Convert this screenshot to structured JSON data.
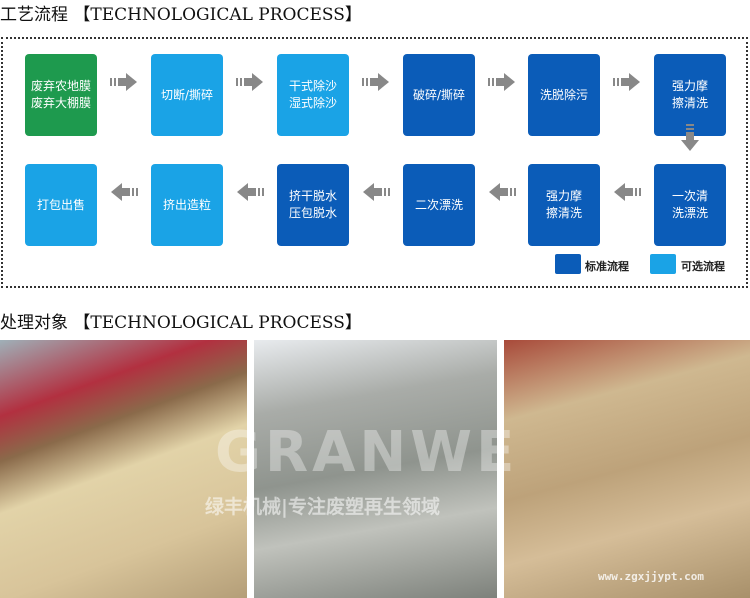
{
  "section1_title": "工艺流程 【TECHNOLOGICAL PROCESS】",
  "section2_title": "处理对象 【TECHNOLOGICAL PROCESS】",
  "row1": [
    "废弃农地膜\n废弃大棚膜",
    "切断/撕碎",
    "干式除沙\n湿式除沙",
    "破碎/撕碎",
    "洗脱除污",
    "强力摩\n擦清洗"
  ],
  "row2": [
    "打包出售",
    "挤出造粒",
    "挤干脱水\n压包脱水",
    "二次漂洗",
    "强力摩\n擦清洗",
    "一次清\n洗漂洗"
  ],
  "legend": {
    "standard": "标准流程",
    "optional": "可选流程"
  },
  "colors": {
    "green": "#1e9a4e",
    "optional": "#1aa3e6",
    "standard": "#0b5cb8"
  },
  "watermark": {
    "brand": "GRANWE",
    "slogan": "绿丰机械|专注废塑再生领域",
    "url": "www.zgxjjypt.com"
  }
}
